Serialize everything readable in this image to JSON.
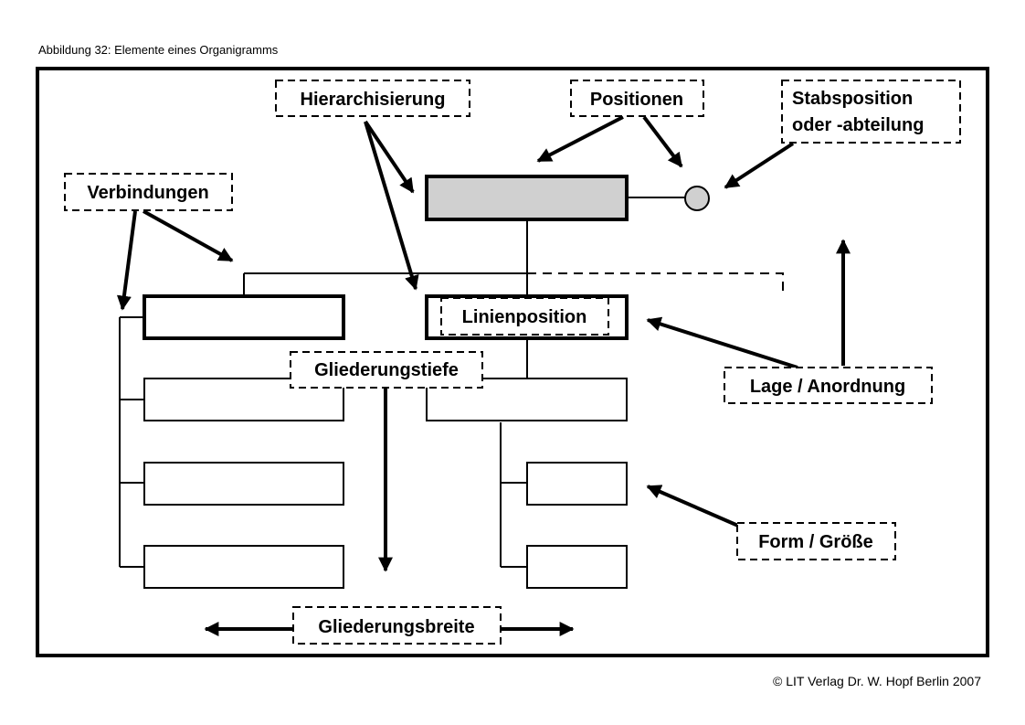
{
  "caption": "Abbildung 32: Elemente eines Organigramms",
  "copyright": "© LIT Verlag Dr. W. Hopf Berlin 2007",
  "labels": {
    "hierarchisierung": "Hierarchisierung",
    "positionen": "Positionen",
    "stabsposition_line1": "Stabsposition",
    "stabsposition_line2": "oder -abteilung",
    "verbindungen": "Verbindungen",
    "linienposition": "Linienposition",
    "gliederungstiefe": "Gliederungstiefe",
    "lage_anordnung": "Lage / Anordnung",
    "form_groesse": "Form / Größe",
    "gliederungsbreite": "Gliederungsbreite"
  },
  "colors": {
    "top_box_fill": "#d0d0d0",
    "staff_circle_fill": "#d0d0d0",
    "stroke": "#000000"
  }
}
